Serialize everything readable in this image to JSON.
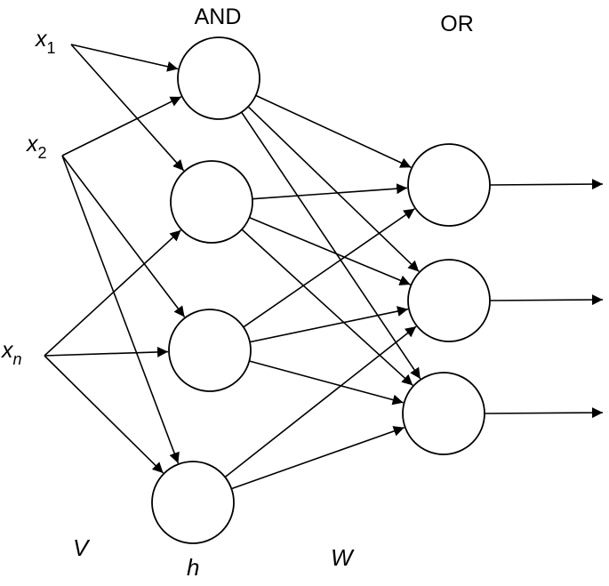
{
  "layers": {
    "hidden_label": "AND",
    "output_label": "OR"
  },
  "inputs": [
    {
      "id": "x1",
      "var": "x",
      "sub": "1"
    },
    {
      "id": "x2",
      "var": "x",
      "sub": "2"
    },
    {
      "id": "xn",
      "var": "x",
      "sub": "n"
    }
  ],
  "hidden_nodes": [
    "h1",
    "h2",
    "h3",
    "h4"
  ],
  "output_nodes": [
    "o1",
    "o2",
    "o3"
  ],
  "weights": {
    "v_label": "V",
    "w_label": "W",
    "h_label": "h"
  },
  "edges_input_hidden": [
    [
      "x1",
      "h1"
    ],
    [
      "x1",
      "h2"
    ],
    [
      "x2",
      "h1"
    ],
    [
      "x2",
      "h3"
    ],
    [
      "x2",
      "h4"
    ],
    [
      "xn",
      "h2"
    ],
    [
      "xn",
      "h3"
    ],
    [
      "xn",
      "h4"
    ]
  ],
  "edges_hidden_output": [
    [
      "h1",
      "o1"
    ],
    [
      "h1",
      "o2"
    ],
    [
      "h1",
      "o3"
    ],
    [
      "h2",
      "o1"
    ],
    [
      "h2",
      "o2"
    ],
    [
      "h2",
      "o3"
    ],
    [
      "h3",
      "o1"
    ],
    [
      "h3",
      "o2"
    ],
    [
      "h3",
      "o3"
    ],
    [
      "h4",
      "o2"
    ],
    [
      "h4",
      "o3"
    ]
  ],
  "colors": {
    "stroke": "#000000",
    "background": "#ffffff"
  }
}
